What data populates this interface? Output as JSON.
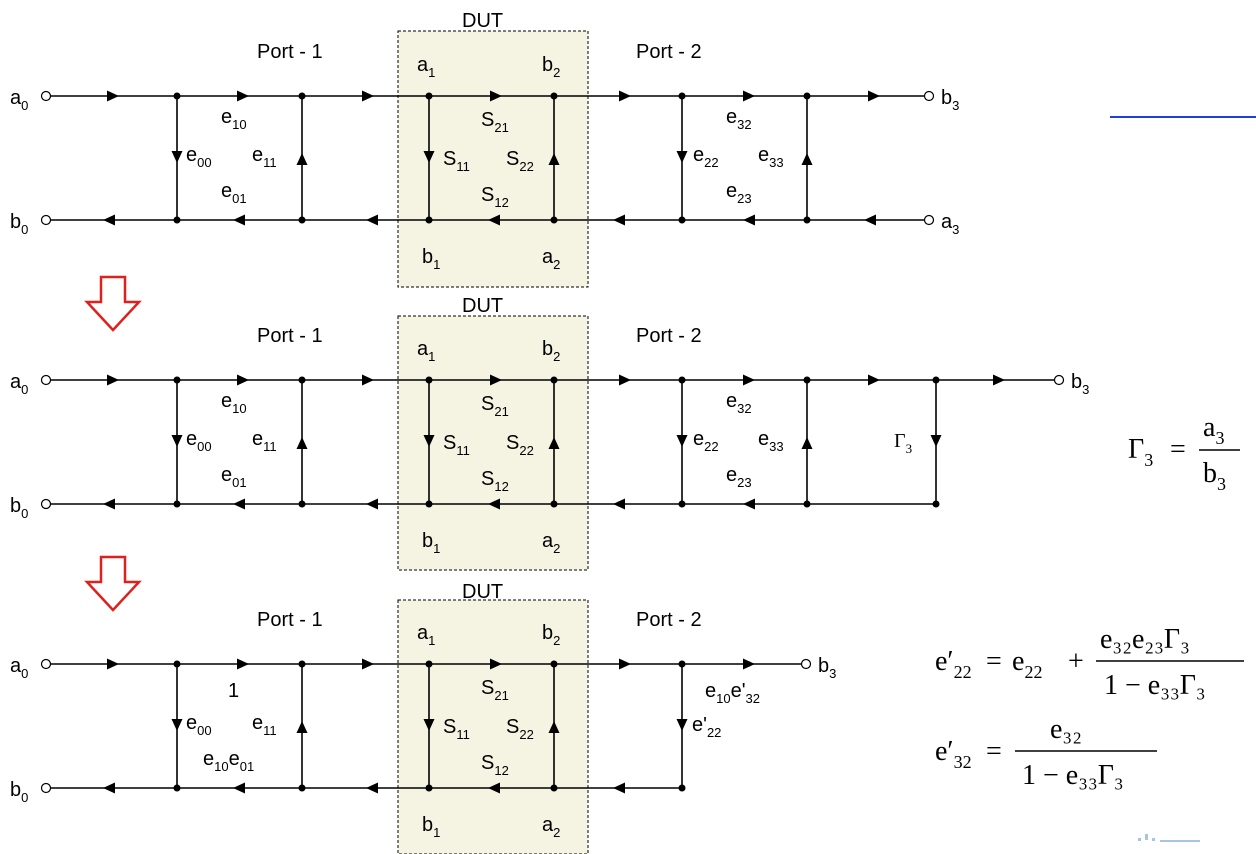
{
  "labels": {
    "dut": "DUT",
    "port1": "Port - 1",
    "port2": "Port - 2"
  },
  "colors": {
    "dut_fill": "#f5f3e1",
    "arrow_red": "#e0201c",
    "link_blue": "#1f3fd8"
  },
  "diagrams": [
    {
      "nodes": [
        {
          "base": "a",
          "sub": "0"
        },
        {
          "base": "b",
          "sub": "0"
        },
        {
          "base": "a",
          "sub": "1"
        },
        {
          "base": "b",
          "sub": "2"
        },
        {
          "base": "b",
          "sub": "1"
        },
        {
          "base": "a",
          "sub": "2"
        },
        {
          "base": "b",
          "sub": "3"
        },
        {
          "base": "a",
          "sub": "3"
        }
      ],
      "terms": [
        {
          "base": "e",
          "sub": "10"
        },
        {
          "base": "e",
          "sub": "00"
        },
        {
          "base": "e",
          "sub": "11"
        },
        {
          "base": "e",
          "sub": "01"
        },
        {
          "base": "S",
          "sub": "21"
        },
        {
          "base": "S",
          "sub": "11"
        },
        {
          "base": "S",
          "sub": "22"
        },
        {
          "base": "S",
          "sub": "12"
        },
        {
          "base": "e",
          "sub": "32"
        },
        {
          "base": "e",
          "sub": "22"
        },
        {
          "base": "e",
          "sub": "33"
        },
        {
          "base": "e",
          "sub": "23"
        }
      ]
    },
    {
      "nodes": [
        {
          "base": "a",
          "sub": "0"
        },
        {
          "base": "b",
          "sub": "0"
        },
        {
          "base": "a",
          "sub": "1"
        },
        {
          "base": "b",
          "sub": "2"
        },
        {
          "base": "b",
          "sub": "1"
        },
        {
          "base": "a",
          "sub": "2"
        },
        {
          "base": "b",
          "sub": "3"
        }
      ],
      "terms": [
        {
          "base": "e",
          "sub": "10"
        },
        {
          "base": "e",
          "sub": "00"
        },
        {
          "base": "e",
          "sub": "11"
        },
        {
          "base": "e",
          "sub": "01"
        },
        {
          "base": "S",
          "sub": "21"
        },
        {
          "base": "S",
          "sub": "11"
        },
        {
          "base": "S",
          "sub": "22"
        },
        {
          "base": "S",
          "sub": "12"
        },
        {
          "base": "e",
          "sub": "32"
        },
        {
          "base": "e",
          "sub": "22"
        },
        {
          "base": "e",
          "sub": "33"
        },
        {
          "base": "e",
          "sub": "23"
        },
        {
          "base": "Γ",
          "sub": "3"
        }
      ]
    },
    {
      "nodes": [
        {
          "base": "a",
          "sub": "0"
        },
        {
          "base": "b",
          "sub": "0"
        },
        {
          "base": "a",
          "sub": "1"
        },
        {
          "base": "b",
          "sub": "2"
        },
        {
          "base": "b",
          "sub": "1"
        },
        {
          "base": "a",
          "sub": "2"
        },
        {
          "base": "b",
          "sub": "3"
        }
      ],
      "terms": [
        {
          "base": "1",
          "sub": ""
        },
        {
          "base": "e",
          "sub": "00"
        },
        {
          "base": "e",
          "sub": "11"
        },
        {
          "base": "e",
          "sub": "10",
          "tail": "e",
          "tail_sub": "01"
        },
        {
          "base": "S",
          "sub": "21"
        },
        {
          "base": "S",
          "sub": "11"
        },
        {
          "base": "S",
          "sub": "22"
        },
        {
          "base": "S",
          "sub": "12"
        },
        {
          "base": "e",
          "sub": "10",
          "tail": "e'",
          "tail_sub": "32"
        },
        {
          "base": "e'",
          "sub": "22"
        }
      ]
    }
  ],
  "formulas": {
    "gamma3": {
      "lhs": "Γ",
      "lhs_sub": "3",
      "eq": "=",
      "num": "a",
      "num_sub": "3",
      "den": "b",
      "den_sub": "3"
    },
    "e22p": {
      "lhs": "e′",
      "lhs_sub": "22",
      "eq": "=",
      "t1": "e",
      "t1_sub": "22",
      "plus": "+",
      "num": "e₃₂e₂₃Γ₃",
      "den": "1 − e₃₃Γ₃"
    },
    "e32p": {
      "lhs": "e′",
      "lhs_sub": "32",
      "eq": "=",
      "num": "e₃₂",
      "den": "1 − e₃₃Γ₃"
    }
  }
}
